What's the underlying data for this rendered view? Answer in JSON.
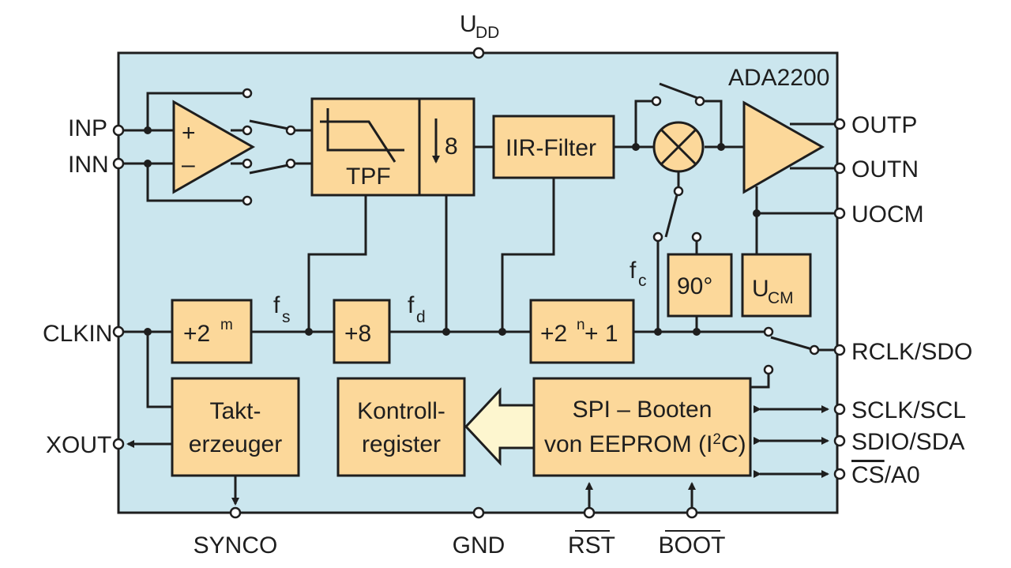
{
  "diagram": {
    "chip_name": "ADA2200",
    "colors": {
      "chip_fill": "#cbe6ee",
      "block_fill": "#fcd89a",
      "arrow_fill": "#fdf6cf",
      "line": "#1e1e1e"
    },
    "pins": {
      "top": {
        "udd_main": "U",
        "udd_sub": "DD"
      },
      "left": {
        "inp": "INP",
        "inn": "INN",
        "clkin": "CLKIN",
        "xout": "XOUT"
      },
      "right": {
        "outp": "OUTP",
        "outn": "OUTN",
        "uocm": "UOCM",
        "rclk_sdo": "RCLK/SDO",
        "sclk_scl": "SCLK/SCL",
        "sdio_sda": "SDIO/SDA",
        "cs_a0_bar": "CS",
        "cs_a0_rest": "/A0"
      },
      "bottom": {
        "synco": "SYNCO",
        "gnd": "GND",
        "rst": "RST",
        "boot": "BOOT"
      }
    },
    "blocks": {
      "tpf": "TPF",
      "decimate": "8",
      "iir": "IIR-Filter",
      "phase": "90°",
      "ucm_main": "U",
      "ucm_sub": "CM",
      "div_m_base": "+2",
      "div_m_exp": "m",
      "div8": "+8",
      "div_n_base": "+2",
      "div_n_exp": "n",
      "div_n_tail": " + 1",
      "takt_line1": "Takt-",
      "takt_line2": "erzeuger",
      "kontroll_line1": "Kontroll-",
      "kontroll_line2": "register",
      "spi_line1": "SPI – Booten",
      "spi_line2_a": "von EEPROM (I",
      "spi_line2_sup": "2",
      "spi_line2_b": "C)"
    },
    "signals": {
      "fs_main": "f",
      "fs_sub": "s",
      "fd_main": "f",
      "fd_sub": "d",
      "fc_main": "f",
      "fc_sub": "c"
    },
    "opamp_signs": {
      "plus": "+",
      "minus": "–"
    }
  }
}
